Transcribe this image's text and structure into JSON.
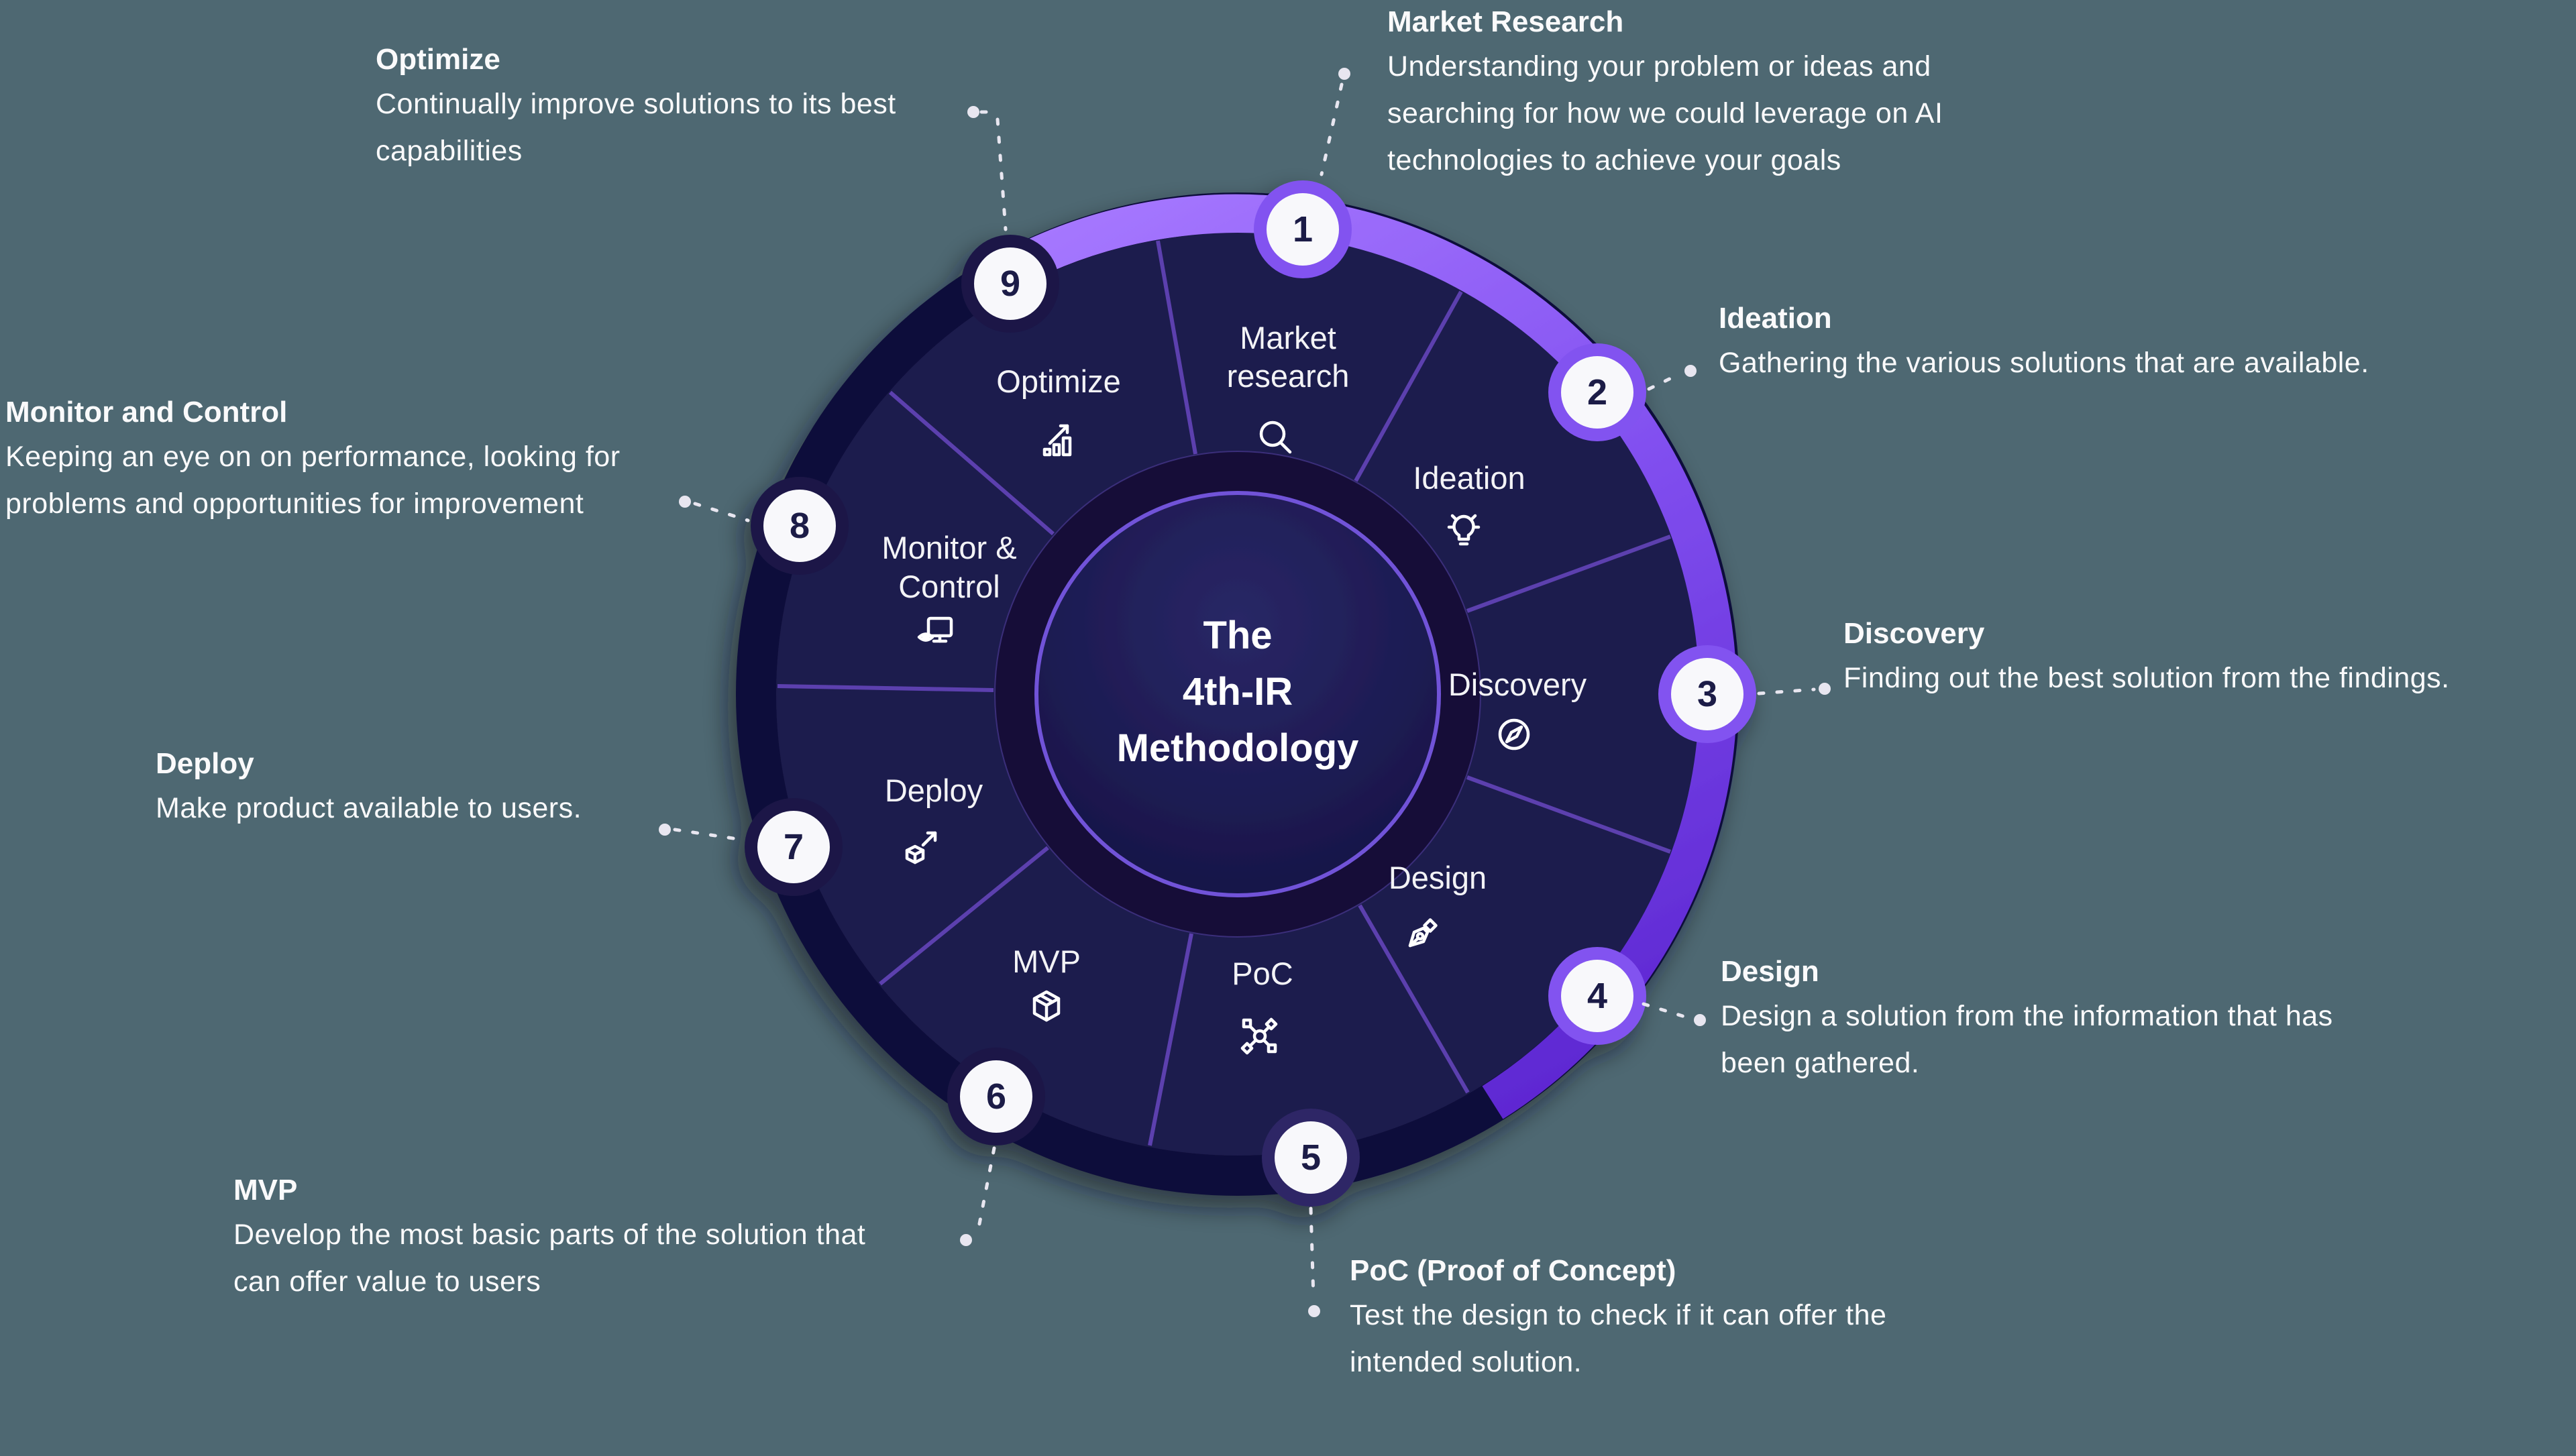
{
  "colors": {
    "background": "#4e6872",
    "wheel_wedge_navy": "#1d1b4e",
    "rim_dark_navy": "#11103a",
    "highlight_arc_purple": "#8a55f2",
    "divider_purple": "#5b3fae",
    "hub_border_purple": "#7152d8",
    "badge_ring_active": "#8253f0",
    "badge_ring_step5": "#2e2566",
    "badge_ring_inactive": "#1a1747",
    "badge_fill_white": "#f8f8fb",
    "text_white": "#f5f5f7"
  },
  "wheel": {
    "center_title_lines": [
      "The",
      "4th-IR",
      "Methodology"
    ],
    "segments": [
      {
        "num": "1",
        "label": "Market research",
        "lines": [
          "Market",
          "research"
        ],
        "icon": "search-icon"
      },
      {
        "num": "2",
        "label": "Ideation",
        "lines": [
          "Ideation"
        ],
        "icon": "lightbulb-icon"
      },
      {
        "num": "3",
        "label": "Discovery",
        "lines": [
          "Discovery"
        ],
        "icon": "compass-icon"
      },
      {
        "num": "4",
        "label": "Design",
        "lines": [
          "Design"
        ],
        "icon": "pen-nib-icon"
      },
      {
        "num": "5",
        "label": "PoC",
        "lines": [
          "PoC"
        ],
        "icon": "network-icon"
      },
      {
        "num": "6",
        "label": "MVP",
        "lines": [
          "MVP"
        ],
        "icon": "package-icon"
      },
      {
        "num": "7",
        "label": "Deploy",
        "lines": [
          "Deploy"
        ],
        "icon": "deploy-box-arrow-icon"
      },
      {
        "num": "8",
        "label": "Monitor & Control",
        "lines": [
          "Monitor &",
          "Control"
        ],
        "icon": "monitor-eye-icon"
      },
      {
        "num": "9",
        "label": "Optimize",
        "lines": [
          "Optimize"
        ],
        "icon": "chart-up-icon"
      }
    ]
  },
  "annotations": [
    {
      "title": "Market Research",
      "lines": [
        "Understanding your problem or ideas and",
        "searching for how we could leverage on AI",
        "technologies to achieve your goals"
      ]
    },
    {
      "title": "Ideation",
      "lines": [
        "Gathering the various solutions that are available."
      ]
    },
    {
      "title": "Discovery",
      "lines": [
        "Finding out the best solution from the findings."
      ]
    },
    {
      "title": "Design",
      "lines": [
        "Design a solution from the information that has",
        "been gathered."
      ]
    },
    {
      "title": "PoC (Proof of Concept)",
      "lines": [
        "Test the design to check if it can offer the",
        "intended solution."
      ]
    },
    {
      "title": "MVP",
      "lines": [
        "Develop the most basic parts of the solution that",
        "can offer value to users"
      ]
    },
    {
      "title": "Deploy",
      "lines": [
        "Make product available to users."
      ]
    },
    {
      "title": "Monitor and Control",
      "lines": [
        "Keeping an eye on on performance, looking for",
        "problems and opportunities for improvement"
      ]
    },
    {
      "title": "Optimize",
      "lines": [
        "Continually improve solutions to its best",
        "capabilities"
      ]
    }
  ]
}
